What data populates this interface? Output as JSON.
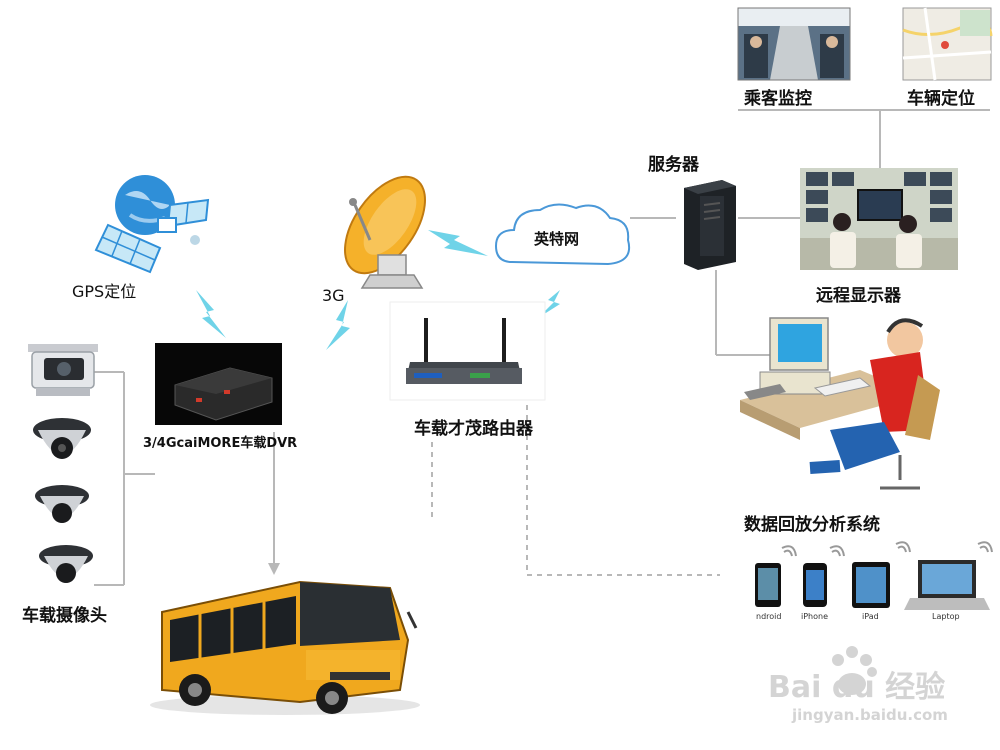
{
  "labels": {
    "gps": "GPS定位",
    "g3": "3G",
    "cloud": "英特网",
    "server": "服务器",
    "passenger": "乘客监控",
    "vehicle_pos": "车辆定位",
    "remote_display": "远程显示器",
    "dvr": "3/4GcaiMORE车载DVR",
    "router": "车载才茂路由器",
    "cameras": "车载摄像头",
    "analysis": "数据回放分析系统"
  },
  "devices": [
    {
      "label": "ndroid"
    },
    {
      "label": "iPhone"
    },
    {
      "label": "iPad"
    },
    {
      "label": "Laptop"
    }
  ],
  "watermark": {
    "brand": "Bai du 经验",
    "url": "jingyan.baidu.com"
  },
  "colors": {
    "lightning": "#6fd3e8",
    "connector": "#b8b8b8",
    "bus_body": "#f0a81e",
    "satellite": "#f5b12a",
    "globe": "#2f8fd8"
  }
}
